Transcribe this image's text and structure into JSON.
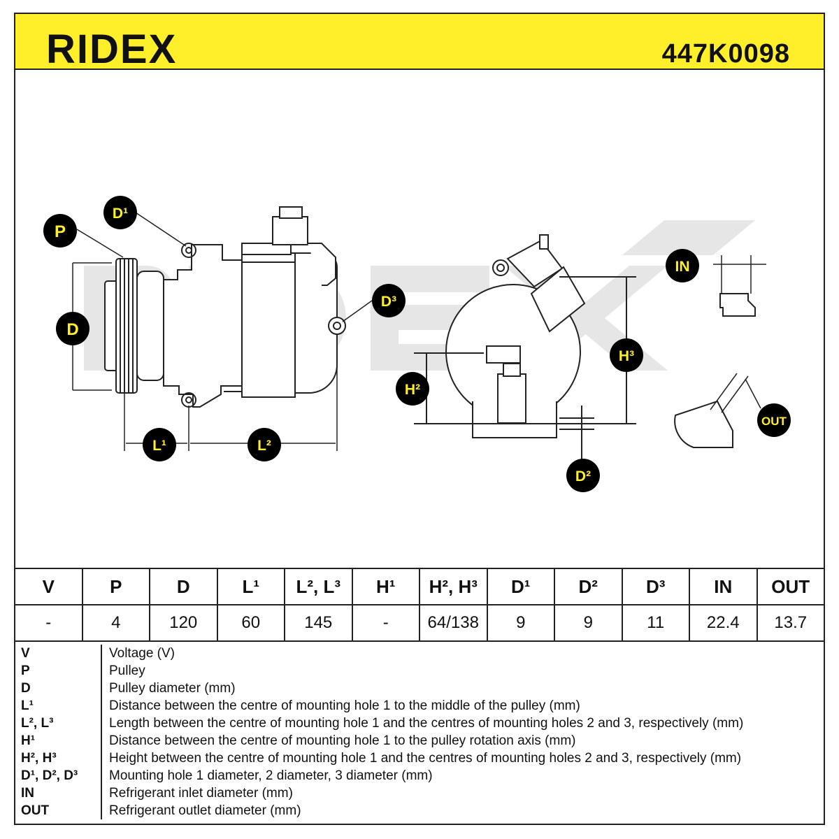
{
  "header": {
    "brand": "RIDEX",
    "part_number": "447K0098"
  },
  "labels": {
    "P": "P",
    "D": "D",
    "D1": "D¹",
    "D2": "D²",
    "D3": "D³",
    "L1": "L¹",
    "L2": "L²",
    "H2": "H²",
    "H3": "H³",
    "IN": "IN",
    "OUT": "OUT"
  },
  "table": {
    "headers": [
      "V",
      "P",
      "D",
      "L¹",
      "L², L³",
      "H¹",
      "H², H³",
      "D¹",
      "D²",
      "D³",
      "IN",
      "OUT"
    ],
    "values": [
      "-",
      "4",
      "120",
      "60",
      "145",
      "-",
      "64/138",
      "9",
      "9",
      "11",
      "22.4",
      "13.7"
    ]
  },
  "legend": [
    {
      "key": "V",
      "text": "Voltage (V)"
    },
    {
      "key": "P",
      "text": "Pulley"
    },
    {
      "key": "D",
      "text": "Pulley diameter (mm)"
    },
    {
      "key": "L¹",
      "text": "Distance between the centre of mounting hole 1 to the middle of the pulley (mm)"
    },
    {
      "key": "L², L³",
      "text": "Length between the centre of mounting hole 1 and the centres of mounting holes 2 and 3, respectively (mm)"
    },
    {
      "key": "H¹",
      "text": "Distance between the centre of mounting hole 1 to the pulley rotation axis (mm)"
    },
    {
      "key": "H², H³",
      "text": "Height between the centre of mounting hole 1 and the centres of mounting holes 2 and 3, respectively (mm)"
    },
    {
      "key": "D¹, D², D³",
      "text": "Mounting hole 1 diameter, 2 diameter, 3 diameter (mm)"
    },
    {
      "key": "IN",
      "text": "Refrigerant inlet diameter (mm)"
    },
    {
      "key": "OUT",
      "text": "Refrigerant outlet diameter (mm)"
    }
  ],
  "colors": {
    "header_bg": "#ffef2a",
    "callout_bg": "#000000",
    "callout_text": "#ffef2a",
    "watermark": "#e6e6e6"
  }
}
